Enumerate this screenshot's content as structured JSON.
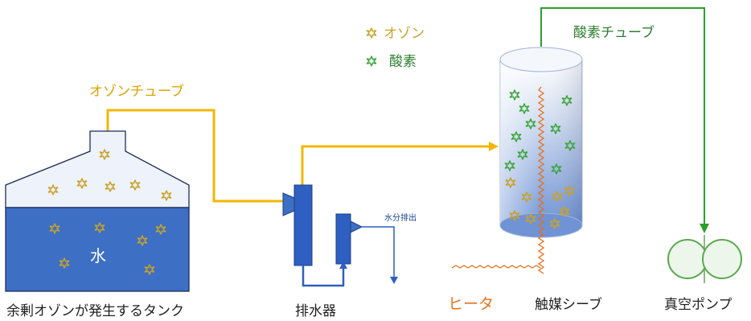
{
  "legend": {
    "ozone_label": "オゾン",
    "oxygen_label": "酸素"
  },
  "labels": {
    "ozone_tube": "オゾンチューブ",
    "oxygen_tube": "酸素チューブ",
    "water": "水",
    "drain": "水分排出",
    "heater": "ヒータ"
  },
  "captions": {
    "tank": "余剰オゾンが発生するタンク",
    "drainer": "排水器",
    "catalyst": "触媒シーブ",
    "pump": "真空ポンプ"
  },
  "colors": {
    "ozone": "#c9a227",
    "oxygen": "#3aa53a",
    "ozone_tube": "#f2b705",
    "oxygen_tube": "#2e9e2e",
    "water": "#3d6fc4",
    "device": "#2f5fc0",
    "heater": "#e8701a",
    "pump": "#5aa84f"
  },
  "icons": {
    "ozone": "star-burst-icon",
    "oxygen": "star-burst-icon"
  }
}
